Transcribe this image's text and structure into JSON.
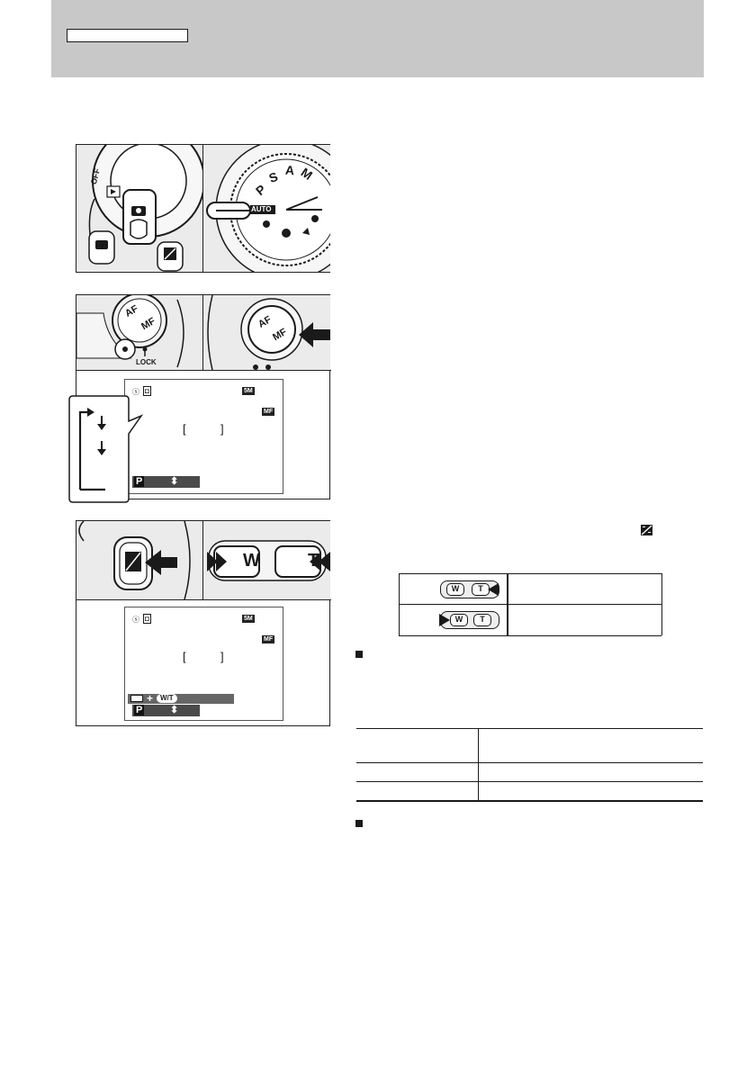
{
  "screen": {
    "size_badge": "5M",
    "focus_badge": "MF",
    "mode_letter": "P",
    "updown_glyph": "⬍",
    "wt_hint": "W/T",
    "plus_glyph": "+"
  },
  "dial_labels": {
    "off": "OFF",
    "lock": "LOCK",
    "afmf_top": "AF",
    "afmf_bottom": "MF",
    "auto": "AUTO",
    "mode_p": "P",
    "mode_s": "S",
    "mode_a": "A",
    "mode_m": "M"
  },
  "buttons": {
    "wide": "W",
    "tele": "T"
  },
  "colors": {
    "header_band": "#c8c8c8",
    "ink": "#1a1a1a",
    "lcd_bar": "#4a4a4a"
  }
}
